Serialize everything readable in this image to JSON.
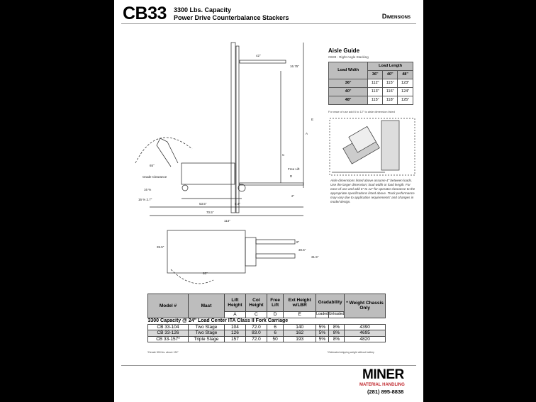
{
  "header": {
    "model": "CB33",
    "capacity": "3300 Lbs. Capacity",
    "product": "Power Drive Counterbalance Stackers",
    "section": "Dimensions"
  },
  "drawing_labels": {
    "fork_length": "42\"",
    "overall_height_top": "16.75\"",
    "angle": "65\"",
    "grade_clearance": "Grade Clearance",
    "grade_pct": "16 %",
    "grade_clear2": "16 % 2.7\"",
    "wheelbase": "53.5\"",
    "load_offset": "8.4\"",
    "length_to_face": "70.5\"",
    "overall_length": "113\"",
    "A": "A",
    "C": "C",
    "free_lift": "Free Lift",
    "D": "D",
    "fork_thick": "2\"",
    "E": "E",
    "width1": "35.5\"",
    "fork_spread": "8\"",
    "width2": "30.5\"",
    "width3": "31.5\"",
    "turn_radius": "65\""
  },
  "aisle_guide": {
    "title": "Aisle Guide",
    "subtitle": "CB33 - Right Angle Stacking",
    "corner": "Load Width",
    "length_header": "Load Length",
    "lengths": [
      "36\"",
      "40\"",
      "48\""
    ],
    "rows": [
      {
        "width": "36\"",
        "values": [
          "112\"",
          "115\"",
          "123\""
        ]
      },
      {
        "width": "40\"",
        "values": [
          "113\"",
          "116\"",
          "124\""
        ]
      },
      {
        "width": "48\"",
        "values": [
          "115\"",
          "118\"",
          "125\""
        ]
      }
    ],
    "note": "For ease of use add 6 to 12\" to aisle dimension listed"
  },
  "aisle_paragraph": "Aisle dimensions listed above assume 4\" between loads. Use the larger dimension; load width or load length. For ease of use and add 6\" to 12\" for operator clearance to the appropriate specifications listed above. Truck performance may vary due to application requirements' and changes in model design.",
  "spec_table": {
    "headers": [
      "Model #",
      "Mast",
      "Lift Height",
      "Col Height",
      "Free Lift",
      "Ext Height w/LBR",
      "Gradability",
      "* Weight Chassis Only"
    ],
    "letters": [
      "A",
      "C",
      "D",
      "E"
    ],
    "grad_sub": [
      "Loaded",
      "Unloaded"
    ],
    "caption": "3300 Capacity @ 24\" Load Center ITA Class II Fork Carriage",
    "rows": [
      [
        "CB 33-104",
        "Two Stage",
        "104",
        "72.0",
        "6",
        "140",
        "5%",
        "8%",
        "4390"
      ],
      [
        "CB 33-126",
        "Two Stage",
        "126",
        "83.0",
        "6",
        "162",
        "5%",
        "8%",
        "4695"
      ],
      [
        "CB 33-157*",
        "Triple Stage",
        "157",
        "72.0",
        "50",
        "193",
        "5%",
        "8%",
        "4820"
      ]
    ],
    "footnote_left": "*Derate 500 lbs. above 132\"",
    "footnote_right": "* Estimated shipping weight without battery"
  },
  "footer": {
    "logo": "MINER",
    "logo_sub": "MATERIAL HANDLING",
    "phone": "(281) 895-8838"
  }
}
